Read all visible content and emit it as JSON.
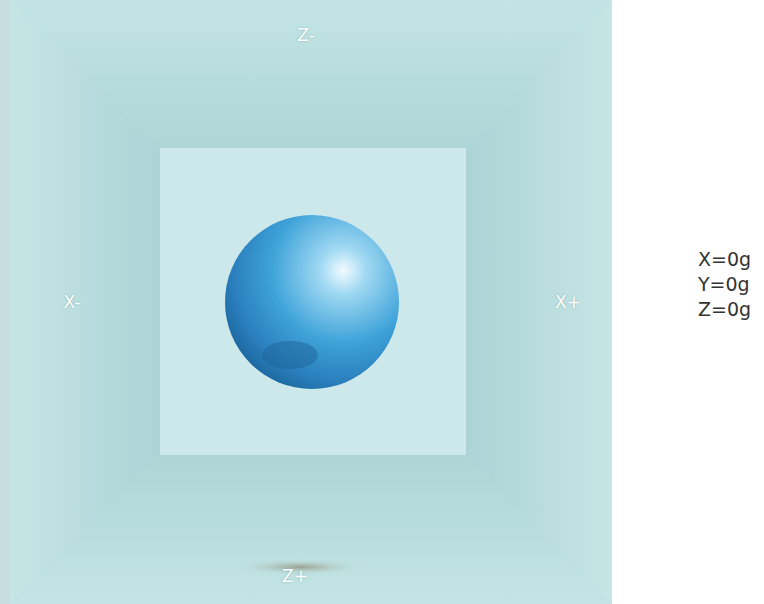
{
  "diagram": {
    "labels": [
      "Z-",
      "X-",
      "X+",
      "Z+",
      "X=0g",
      "Y=0g",
      "Z=0g"
    ]
  }
}
